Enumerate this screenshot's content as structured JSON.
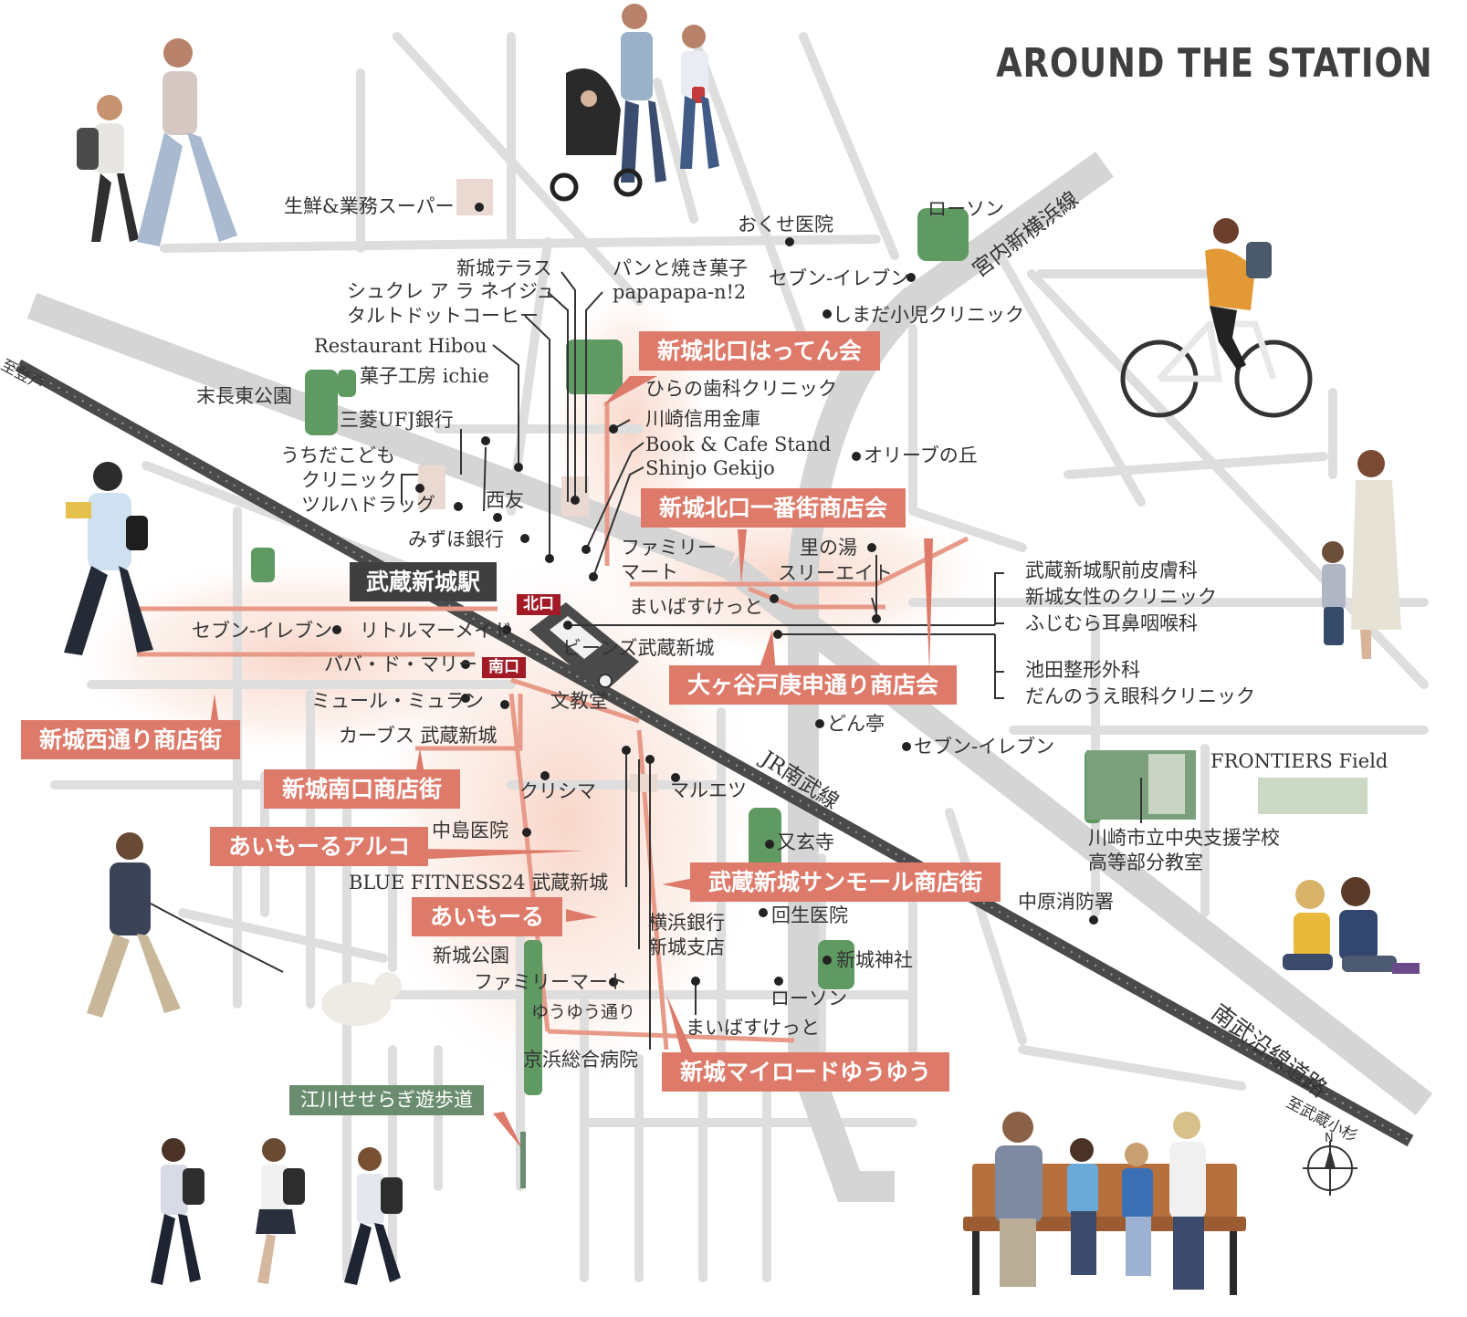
{
  "title": "AROUND THE STATION",
  "station": {
    "name": "武蔵新城駅",
    "north_exit": "北口",
    "south_exit": "南口"
  },
  "direction_labels": {
    "northwest": "至登戸",
    "southeast": "至武蔵小杉",
    "compass": "N"
  },
  "line_labels": {
    "jr": "JR南武線",
    "miyauchi": "宮内新横浜線",
    "nambu_road": "南武沿線道路"
  },
  "shopping_streets": {
    "hatten": "新城北口はってん会",
    "ichiban": "新城北口一番街商店会",
    "koshin": "大ヶ谷戸庚申通り商店会",
    "nishidori": "新城西通り商店街",
    "minamiguchi": "新城南口商店街",
    "arco": "あいもーるアルコ",
    "sunmall": "武蔵新城サンモール商店街",
    "aimall": "あいもーる",
    "myroad": "新城マイロードゆうゆう",
    "egawa": "江川せせらぎ遊歩道"
  },
  "places": {
    "super": "生鮮&業務スーパー",
    "okuse": "おくせ医院",
    "lawson_ne": "ローソン",
    "shinjo_terrace": "新城テラス",
    "pan": "パンと焼き菓子",
    "papapapa": "papapapa-n!2",
    "chouquette": "シュクレ ア ラ ネイジュ",
    "tartdot": "タルトドットコーヒー",
    "seven_n": "セブン-イレブン",
    "shimada": "しまだ小児クリニック",
    "hibou": "Restaurant Hibou",
    "ichie": "菓子工房 ichie",
    "suenaga": "末長東公園",
    "hirano": "ひらの歯科クリニック",
    "mufg": "三菱UFJ銀行",
    "shinkin": "川崎信用金庫",
    "bookcafe": "Book & Cafe Stand",
    "gekijo": "Shinjo Gekijo",
    "olive": "オリーブの丘",
    "uchida1": "うちだこども",
    "uchida2": "クリニック",
    "tsuruha": "ツルハドラッグ",
    "saiyu": "西友",
    "mizuho": "みずほ銀行",
    "famima_n1": "ファミリー",
    "famima_n2": "マート",
    "satonoyu": "里の湯",
    "three8": "スリーエイト",
    "hifu": "武蔵新城駅前皮膚科",
    "josei": "新城女性のクリニック",
    "fujimura": "ふじむら耳鼻咽喉科",
    "maibasket_n": "まいばすけっと",
    "seven_w": "セブン-イレブン",
    "littlemermaid": "リトルマーメイド",
    "beans": "ビーンズ武蔵新城",
    "ikeda": "池田整形外科",
    "dannoue": "だんのうえ眼科クリニック",
    "babadomarie": "ババ・ド・マリー",
    "mulemulan": "ミュール・ミュラン",
    "bunkyodo": "文教堂",
    "donte": "どん亭",
    "seven_e": "セブン-イレブン",
    "curves": "カーブス 武蔵新城",
    "frontiers": "FRONTIERS Field",
    "kurishima": "クリシマ",
    "maruetsu": "マルエツ",
    "nakajima": "中島医院",
    "yugenji": "又玄寺",
    "school1": "川崎市立中央支援学校",
    "school2": "高等部分教室",
    "bluefitness": "BLUE FITNESS24 武蔵新城",
    "shobo": "中原消防署",
    "yokohama1": "横浜銀行",
    "yokohama2": "新城支店",
    "kaisei": "回生医院",
    "shinjo_park": "新城公園",
    "shrine": "新城神社",
    "famima_s": "ファミリーマート",
    "lawson_s": "ローソン",
    "yuyu": "ゆうゆう通り",
    "maibasket_s": "まいばすけっと",
    "keihin": "京浜総合病院"
  },
  "colors": {
    "road": "#d9d9d9",
    "rail": "#4a4a4a",
    "accent": "#de7a6a",
    "green": "#6a8d6f",
    "park": "#5f9a62",
    "station_bg": "#3f3f3f",
    "exit_bg": "#a21a26"
  },
  "illustrations": [
    "walking-family-icon",
    "stroller-couple-icon",
    "cyclist-icon",
    "reading-woman-icon",
    "mother-child-icon",
    "man-with-dog-icon",
    "reading-children-icon",
    "schoolchildren-icon",
    "bench-family-icon"
  ]
}
